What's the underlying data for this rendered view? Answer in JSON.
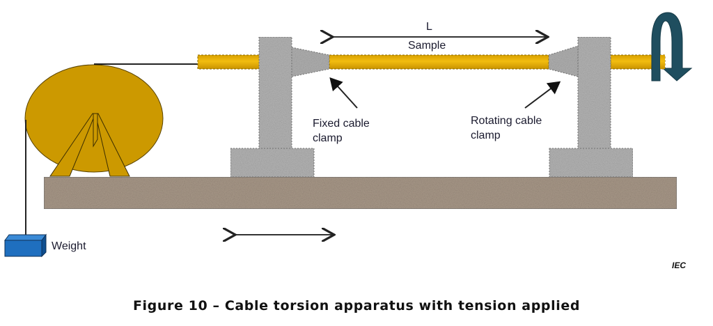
{
  "figure": {
    "caption": "Figure 10 – Cable torsion apparatus with tension applied",
    "credit": "IEC"
  },
  "labels": {
    "length": "L",
    "sample": "Sample",
    "fixed_clamp_line1": "Fixed cable",
    "fixed_clamp_line2": "clamp",
    "rotating_clamp_line1": "Rotating cable",
    "rotating_clamp_line2": "clamp",
    "weight": "Weight"
  },
  "colors": {
    "cable": "#e8b000",
    "drum": "#cc9900",
    "clamp": "#a9a9a9",
    "base": "#a89888",
    "weight": "#1f6fbf",
    "rotation_arrow": "#1f4e5f"
  }
}
